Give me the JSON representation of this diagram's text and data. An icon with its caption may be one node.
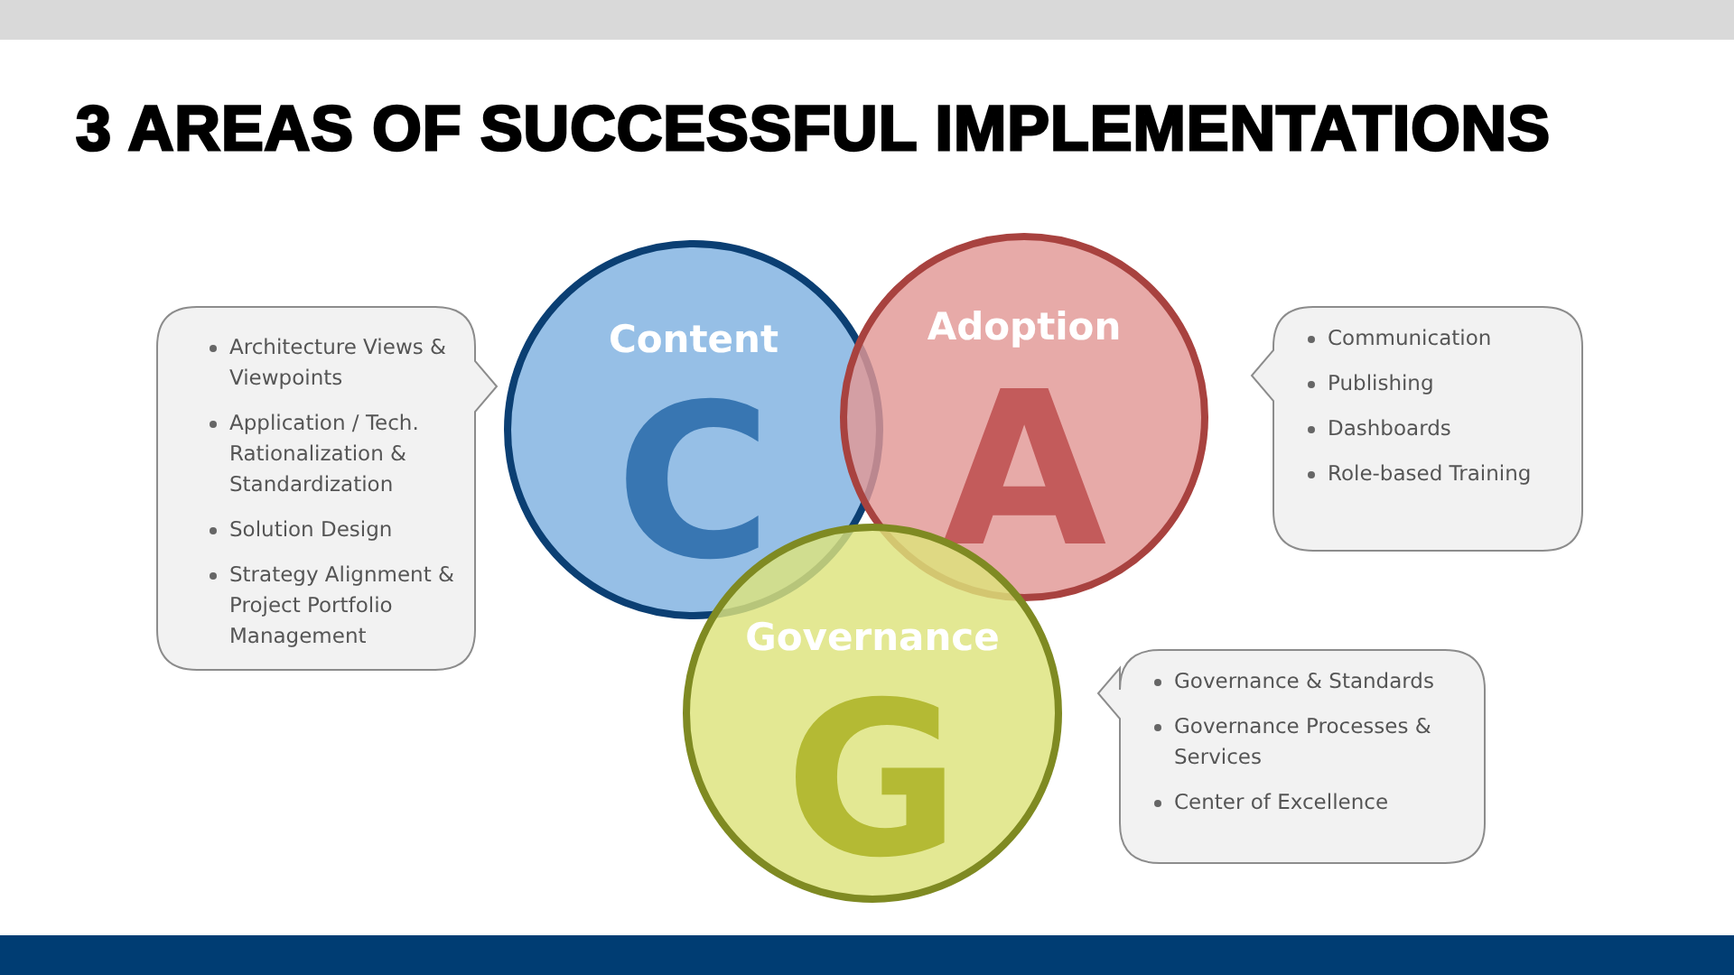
{
  "diagram": {
    "title": "3 AREAS OF SUCCESSFUL IMPLEMENTATIONS",
    "nodes": [
      {
        "text": [
          "Architecture Views & Viewpoints",
          "Application / Tech. Rationalization & Standardization",
          "Solution Design",
          "Strategy Alignment & Project Portfolio Management"
        ]
      },
      {
        "text": [
          "Content",
          "C"
        ]
      },
      {
        "text": [
          "Adoption",
          "A"
        ]
      },
      {
        "text": [
          "Communication",
          "Publishing",
          "Dashboards",
          "Role-based Training"
        ]
      },
      {
        "text": [
          "Governance",
          "G"
        ]
      },
      {
        "text": [
          "Governance & Standards",
          "Governance Processes & Services",
          "Center of Excellence"
        ]
      }
    ],
    "edges": []
  }
}
